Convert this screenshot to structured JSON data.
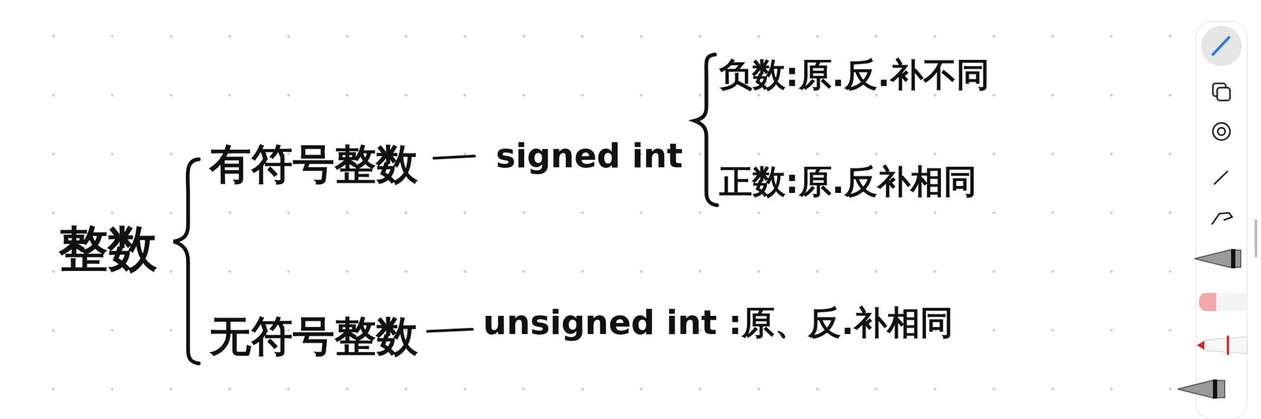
{
  "diagram": {
    "labels": [
      "整数",
      "有符号整数",
      "signed int",
      "负数:原.反.补不同",
      "正数:原.反补相同",
      "无符号整数",
      "unsigned int :原、反.补相同"
    ]
  }
}
